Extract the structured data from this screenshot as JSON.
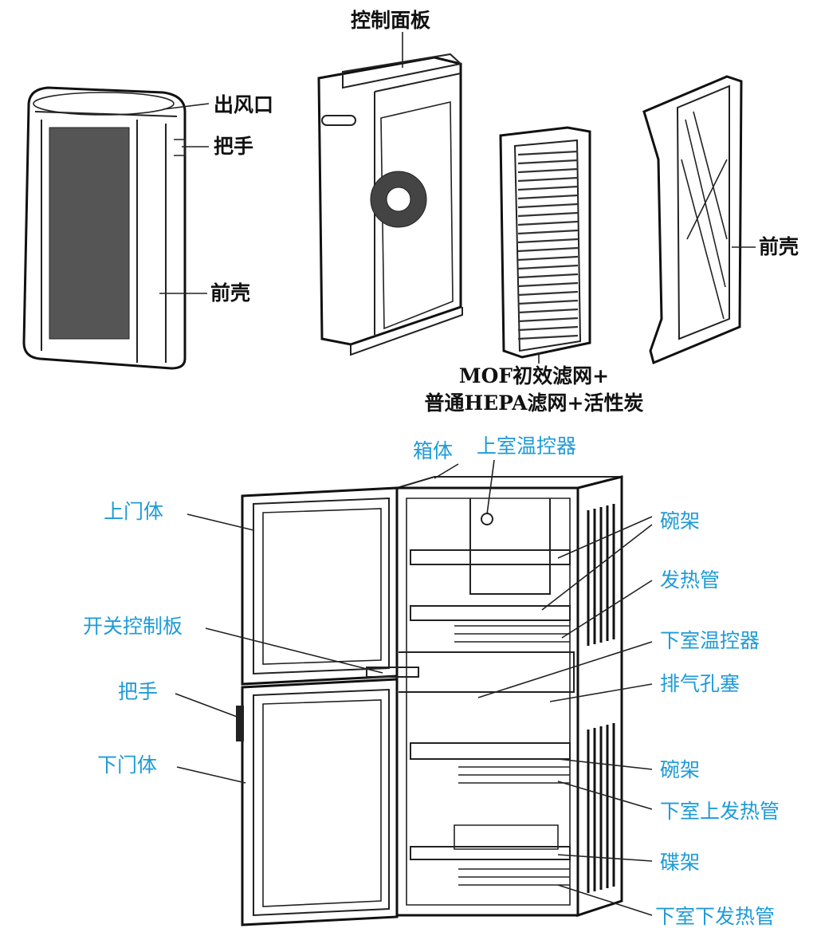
{
  "purifier": {
    "label_outlet": "出风口",
    "label_handle": "把手",
    "label_front_shell_left": "前壳",
    "label_control_panel": "控制面板",
    "label_front_shell_right": "前壳",
    "label_filter_line1": "MOF初效滤网+",
    "label_filter_line2": "普通HEPA滤网+活性炭"
  },
  "cabinet": {
    "label_body": "箱体",
    "label_upper_thermostat": "上室温控器",
    "label_upper_door": "上门体",
    "label_bowl_rack_top": "碗架",
    "label_heating_tube": "发热管",
    "label_switch_board": "开关控制板",
    "label_lower_thermostat": "下室温控器",
    "label_vent_plug": "排气孔塞",
    "label_handle": "把手",
    "label_lower_door": "下门体",
    "label_bowl_rack_bottom": "碗架",
    "label_lower_upper_tube": "下室上发热管",
    "label_dish_rack": "碟架",
    "label_lower_lower_tube": "下室下发热管"
  },
  "colors": {
    "label_black": "#111111",
    "label_blue": "#1e9bd7",
    "line": "#222222"
  }
}
